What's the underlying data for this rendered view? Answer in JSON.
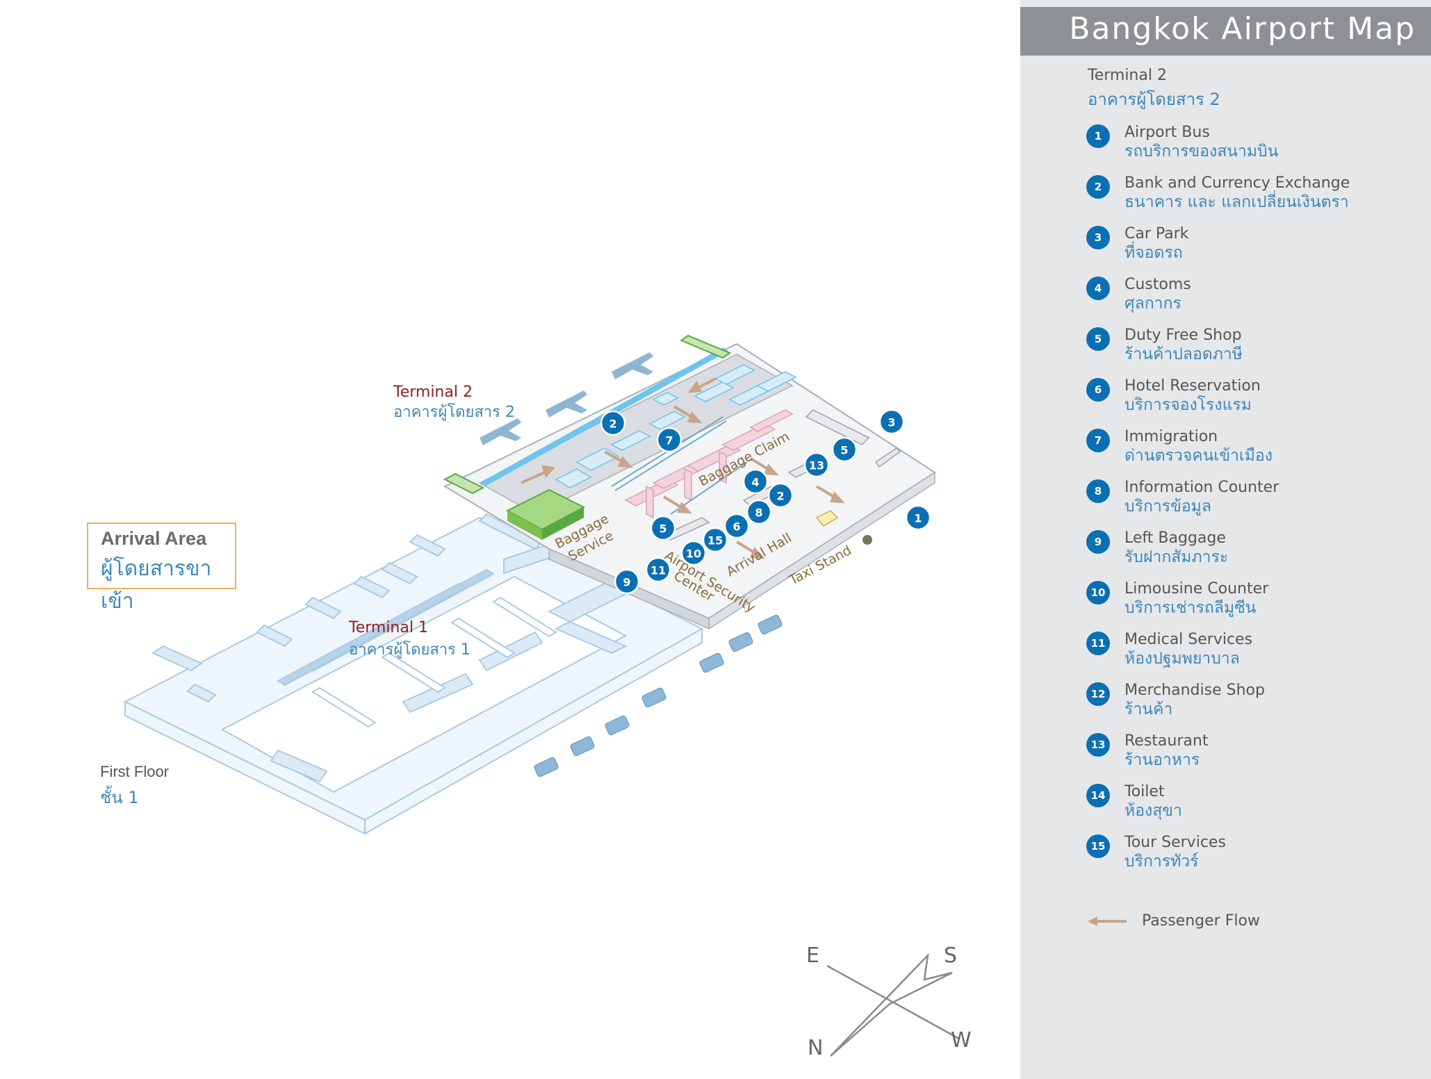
{
  "legend": {
    "title": "Bangkok Airport Map",
    "terminal_en": "Terminal 2",
    "terminal_th": "อาคารผู้โดยสาร 2",
    "items": [
      {
        "num": "1",
        "en": "Airport Bus",
        "th": "รถบริการของสนามบิน"
      },
      {
        "num": "2",
        "en": "Bank and Currency Exchange",
        "th": "ธนาคาร และ แลกเปลี่ยนเงินตรา"
      },
      {
        "num": "3",
        "en": "Car Park",
        "th": "ที่จอดรถ"
      },
      {
        "num": "4",
        "en": "Customs",
        "th": "ศุลกากร"
      },
      {
        "num": "5",
        "en": "Duty Free Shop",
        "th": "ร้านค้าปลอดภาษี"
      },
      {
        "num": "6",
        "en": "Hotel Reservation",
        "th": "บริการจองโรงแรม"
      },
      {
        "num": "7",
        "en": "Immigration",
        "th": "ด่านตรวจคนเข้าเมือง"
      },
      {
        "num": "8",
        "en": "Information Counter",
        "th": "บริการข้อมูล"
      },
      {
        "num": "9",
        "en": "Left Baggage",
        "th": "รับฝากสัมภาระ"
      },
      {
        "num": "10",
        "en": "Limousine Counter",
        "th": "บริการเช่ารถลีมูซีน"
      },
      {
        "num": "11",
        "en": "Medical Services",
        "th": "ห้องปฐมพยาบาล"
      },
      {
        "num": "12",
        "en": "Merchandise Shop",
        "th": "ร้านค้า"
      },
      {
        "num": "13",
        "en": "Restaurant",
        "th": "ร้านอาหาร"
      },
      {
        "num": "14",
        "en": "Toilet",
        "th": "ห้องสุขา"
      },
      {
        "num": "15",
        "en": "Tour Services",
        "th": "บริการทัวร์"
      }
    ],
    "flow_label": "Passenger Flow"
  },
  "map": {
    "terminal2_en": "Terminal 2",
    "terminal2_th": "อาคารผู้โดยสาร 2",
    "terminal1_en": "Terminal 1",
    "terminal1_th": "อาคารผู้โดยสาร 1",
    "arrival_en": "Arrival Area",
    "arrival_th": "ผู้โดยสารขาเข้า",
    "floor_en": "First Floor",
    "floor_th": "ชั้น 1",
    "zones": {
      "baggage_claim": "Baggage Claim",
      "baggage_service_1": "Baggage",
      "baggage_service_2": "Service",
      "airport_security_1": "Airport Security",
      "airport_security_2": "Center",
      "arrival_hall": "Arrival Hall",
      "taxi_stand": "Taxi Stand"
    },
    "markers": [
      "2",
      "7",
      "13",
      "5",
      "3",
      "4",
      "2",
      "8",
      "6",
      "15",
      "5",
      "10",
      "11",
      "9",
      "1"
    ]
  },
  "compass": {
    "e": "E",
    "s": "S",
    "n": "N",
    "w": "W"
  },
  "colors": {
    "badge": "#0b6fb3",
    "thai_text": "#3d87b8",
    "terminal_label": "#8b2020",
    "arrival_border": "#e6b25b",
    "flow_arrow": "#c9a48a",
    "panel_bg": "#e6e7e9",
    "panel_header": "#8e9193"
  }
}
